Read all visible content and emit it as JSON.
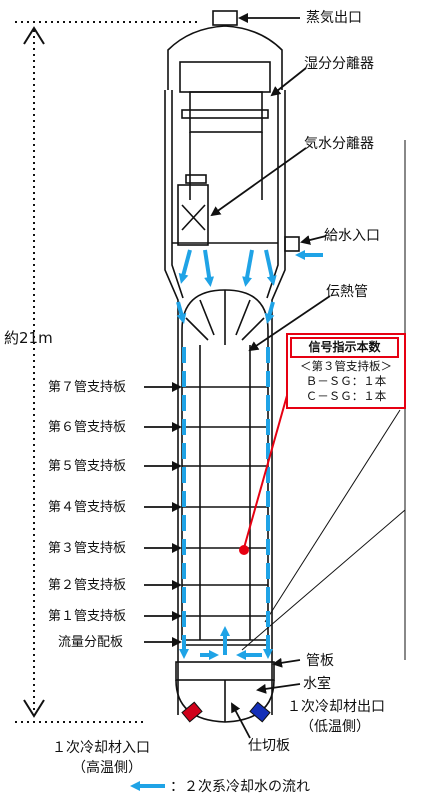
{
  "labels": {
    "steam_outlet": "蒸気出口",
    "moisture_separator": "湿分分離器",
    "steam_water_separator": "気水分離器",
    "feedwater_inlet": "給水入口",
    "heat_tube": "伝熱管",
    "height": "約21m",
    "tube_sheet": "管板",
    "water_chamber": "水室",
    "primary_outlet_line1": "１次冷却材出口",
    "primary_outlet_line2": "（低温側）",
    "primary_inlet_line1": "１次冷却材入口",
    "primary_inlet_line2": "（高温側）",
    "partition_plate": "仕切板",
    "legend_text": "：２次系冷却水の流れ"
  },
  "support_plates": [
    "第７管支持板",
    "第６管支持板",
    "第５管支持板",
    "第４管支持板",
    "第３管支持板",
    "第２管支持板",
    "第１管支持板",
    "流量分配板"
  ],
  "signal_box": {
    "title": "信号指示本数",
    "line1": "＜第３管支持板＞",
    "line2": "Ｂ－ＳＧ：１本",
    "line3": "Ｃ－ＳＧ：１本"
  },
  "colors": {
    "flow_arrow": "#1fa3e6",
    "indicator": "#e60012",
    "inlet_nozzle": "#d0021b",
    "outlet_nozzle": "#1530b8"
  }
}
